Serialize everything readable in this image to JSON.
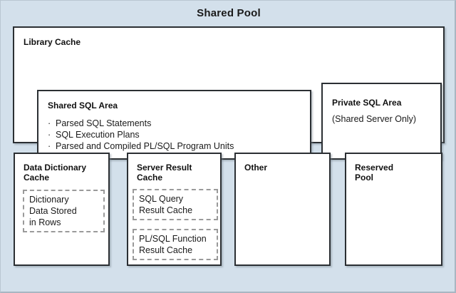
{
  "diagram": {
    "title": "Shared Pool",
    "background_color": "#d3e0eb",
    "box_border_color": "#2b2f33",
    "dashed_border_color": "#9a9a9a",
    "library_cache": {
      "title": "Library Cache",
      "shared_sql_area": {
        "title": "Shared SQL Area",
        "bullet_glyph": "·",
        "items": [
          "Parsed SQL Statements",
          "SQL Execution Plans",
          "Parsed and Compiled PL/SQL Program Units"
        ]
      },
      "private_sql_area": {
        "title": "Private SQL Area",
        "subtitle": "(Shared Server Only)"
      }
    },
    "components": {
      "data_dictionary_cache": {
        "title": "Data Dictionary\nCache",
        "dashed": "Dictionary\nData Stored\nin Rows"
      },
      "server_result_cache": {
        "title": "Server Result\nCache",
        "dashed_1": "SQL Query\nResult Cache",
        "dashed_2": "PL/SQL Function\nResult Cache"
      },
      "other": {
        "title": "Other"
      },
      "reserved_pool": {
        "title": "Reserved\nPool"
      }
    }
  }
}
